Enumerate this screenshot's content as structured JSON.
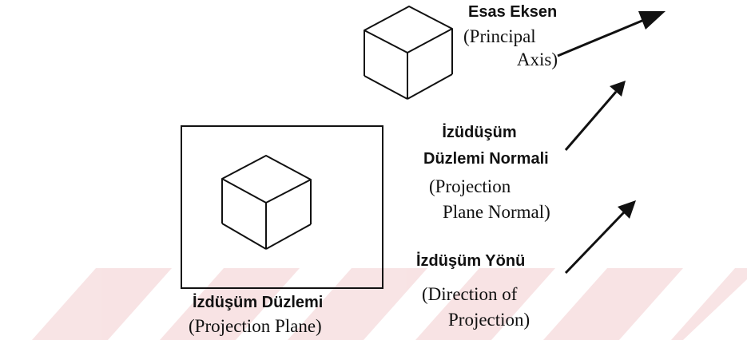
{
  "principal_axis": {
    "title": "Esas Eksen",
    "translation_line1": "(Principal",
    "translation_line2": "Axis)"
  },
  "plane_normal": {
    "title_line1": "İzüdüşüm",
    "title_line2": "Düzlemi Normali",
    "translation_line1": "(Projection",
    "translation_line2": "Plane Normal)"
  },
  "direction": {
    "title": "İzdüşüm Yönü",
    "translation_line1": "(Direction of",
    "translation_line2": "Projection)"
  },
  "plane": {
    "title": "İzdüşüm Düzlemi",
    "translation": "(Projection Plane)"
  },
  "colors": {
    "ink": "#111111",
    "watermark": "#c8242b"
  }
}
